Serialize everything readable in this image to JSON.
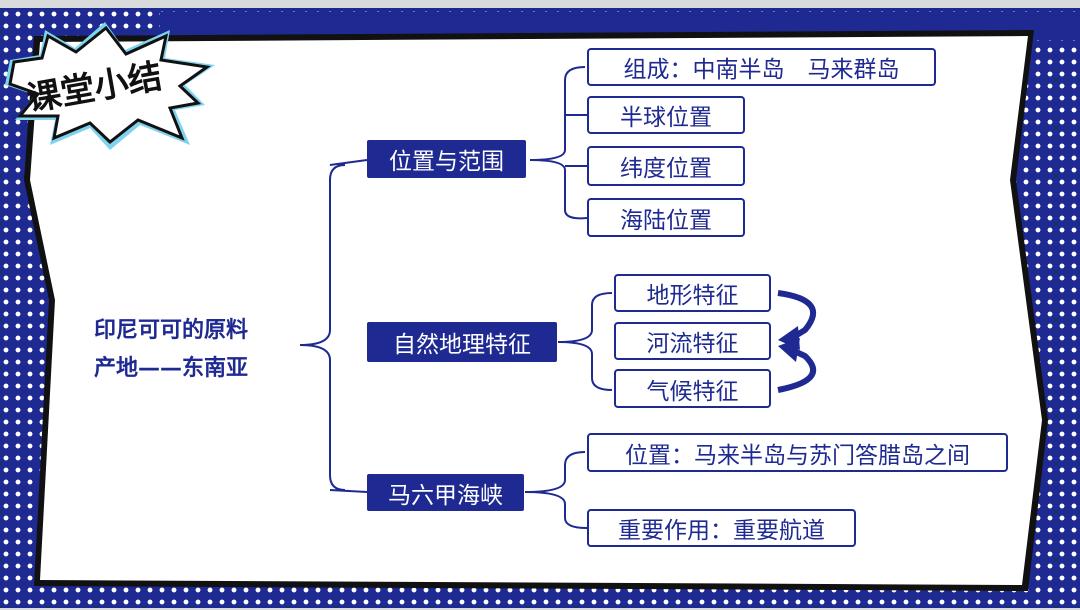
{
  "badge": "课堂小结",
  "root": {
    "line1": "印尼可可的原料",
    "line2": "产地——东南亚"
  },
  "branches": [
    {
      "label": "位置与范围",
      "children": [
        "组成：中南半岛　马来群岛",
        "半球位置",
        "纬度位置",
        "海陆位置"
      ]
    },
    {
      "label": "自然地理特征",
      "children": [
        "地形特征",
        "河流特征",
        "气候特征"
      ]
    },
    {
      "label": "马六甲海峡",
      "children": [
        "位置：马来半岛与苏门答腊岛之间",
        "重要作用：重要航道"
      ]
    }
  ],
  "colors": {
    "primary": "#1e2a92",
    "cyan": "#7fd3ee"
  }
}
